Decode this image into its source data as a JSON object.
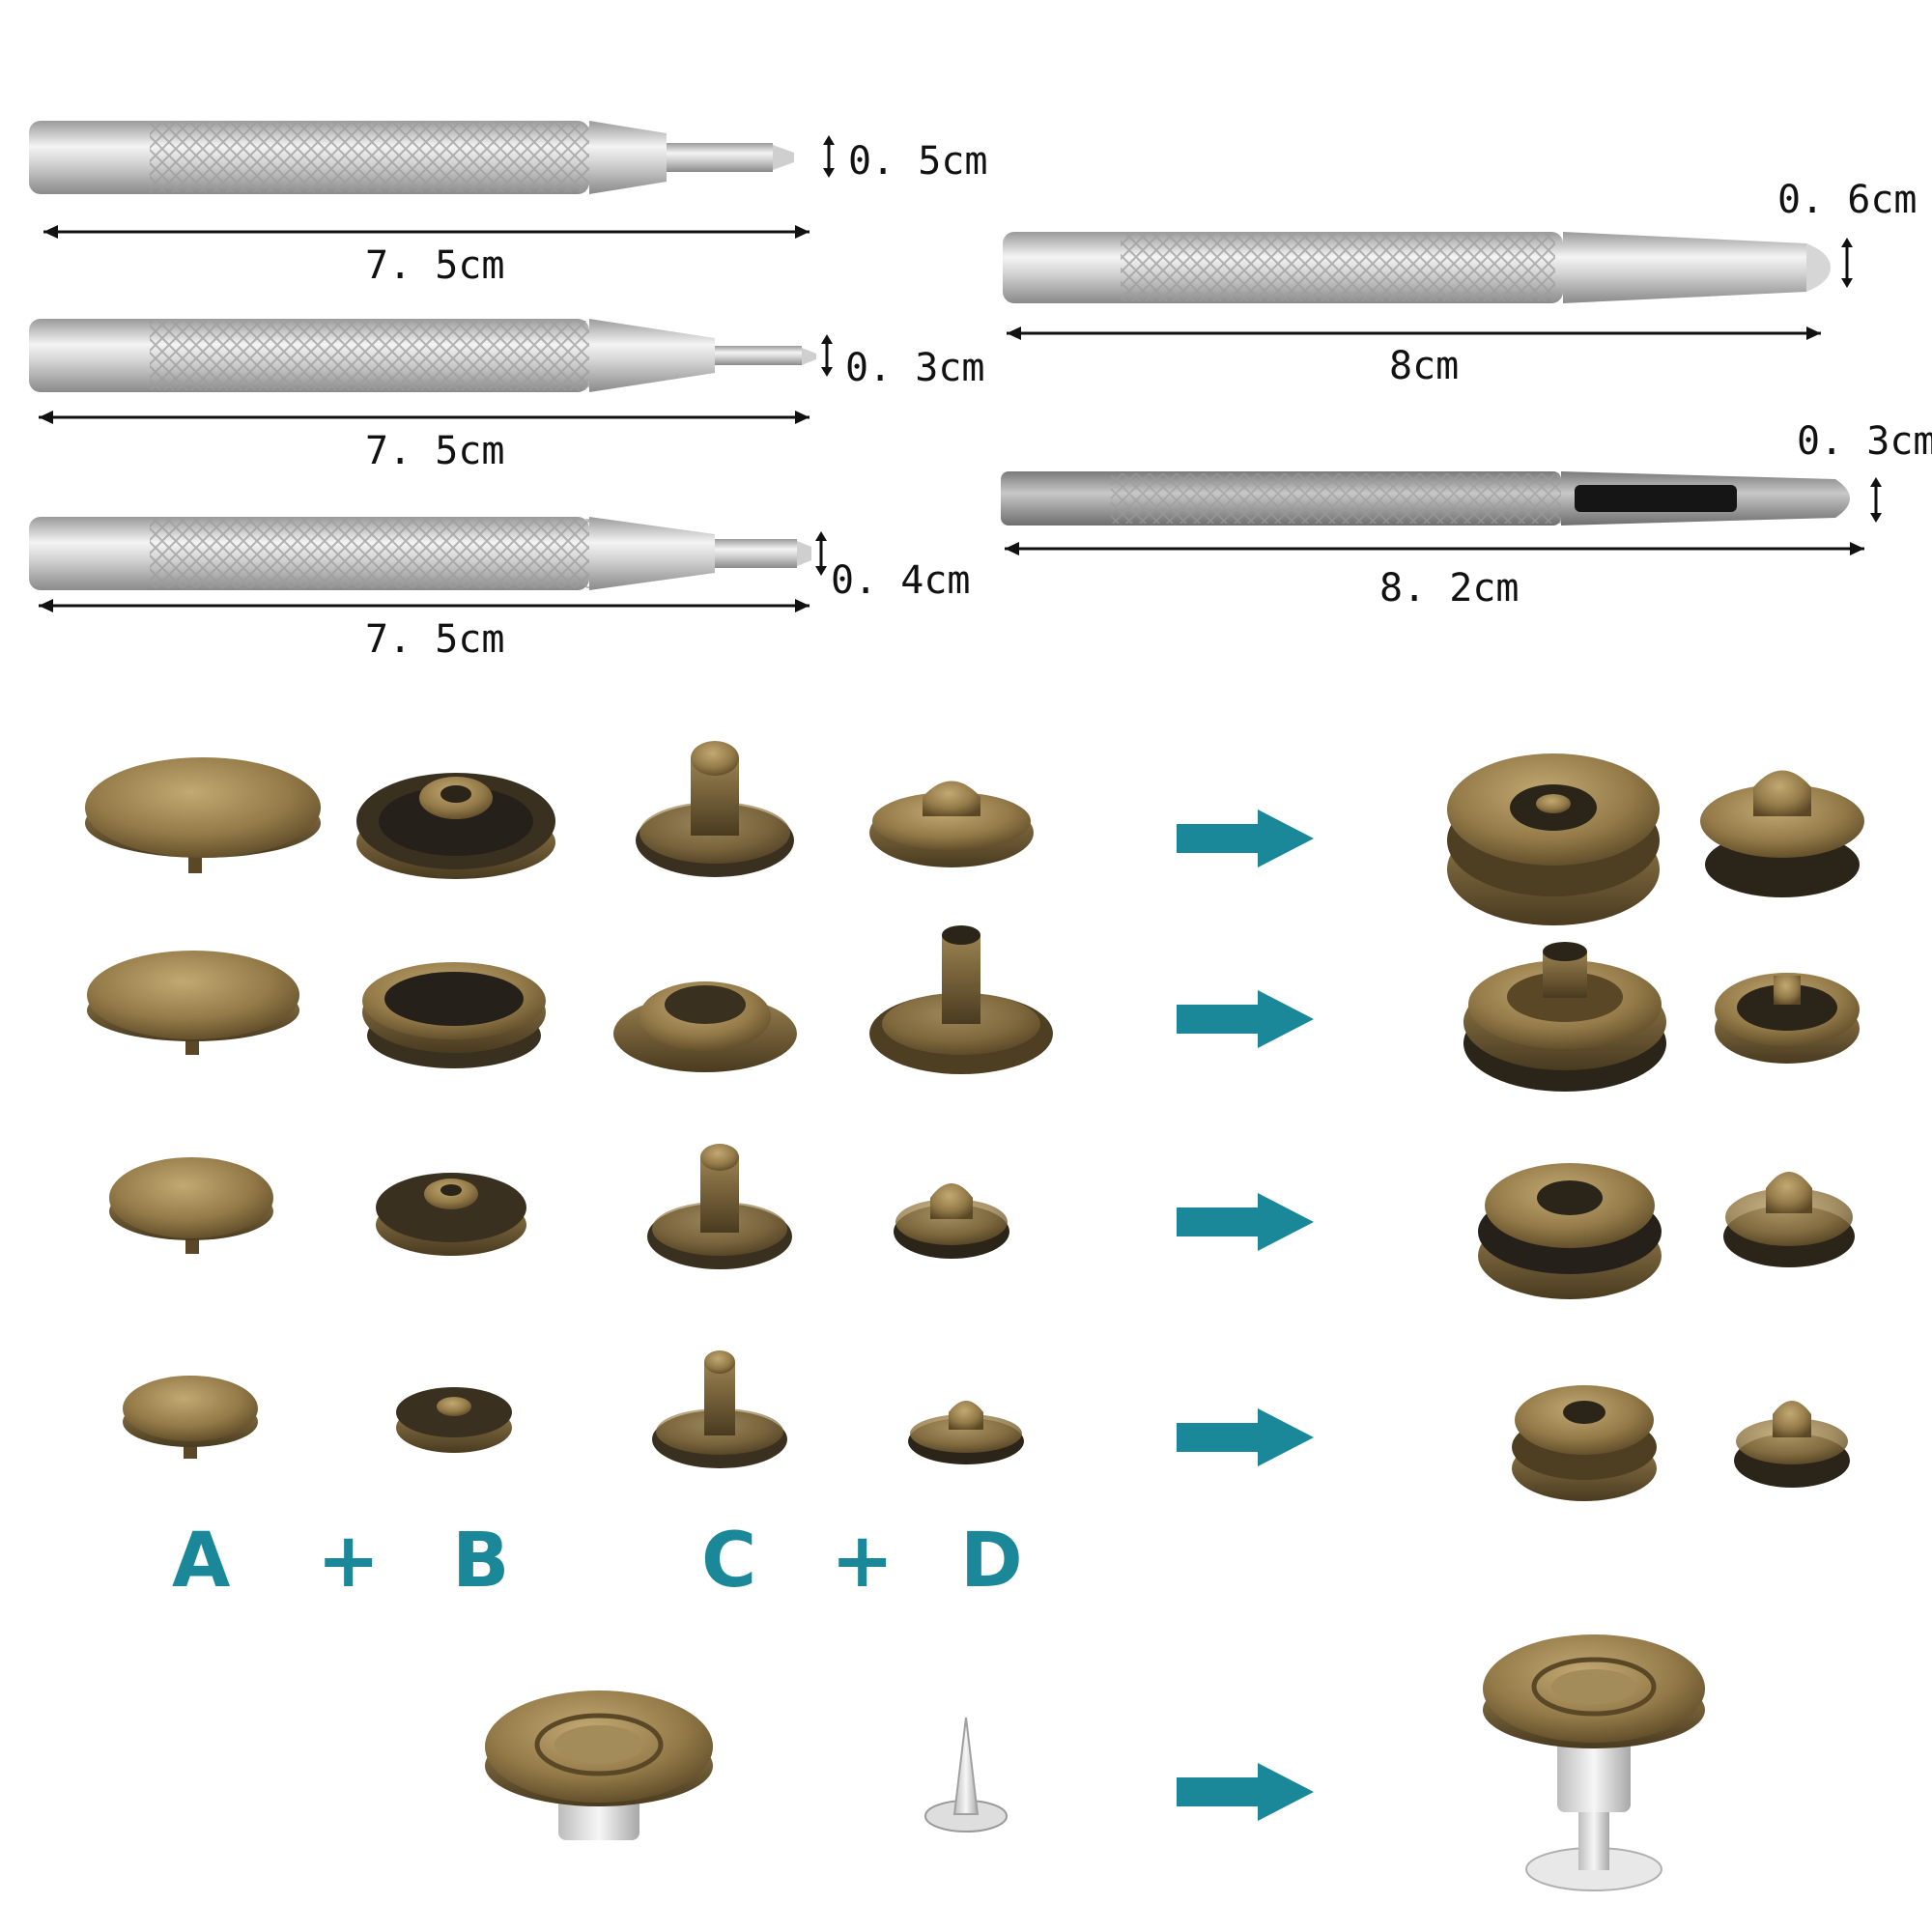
{
  "colors": {
    "accent": "#1a8898",
    "steel_light": "#f2f2f2",
    "steel_mid": "#c4c4c4",
    "steel_dark": "#8f8f8f",
    "brass_light": "#b59a64",
    "brass_mid": "#8d7444",
    "brass_dark": "#4e3e22"
  },
  "tools": [
    {
      "tip_label": "0. 5cm",
      "length_label": "7. 5cm"
    },
    {
      "tip_label": "0. 3cm",
      "length_label": "7. 5cm"
    },
    {
      "tip_label": "0. 4cm",
      "length_label": "7. 5cm"
    },
    {
      "tip_label": "0. 6cm",
      "length_label": "8cm"
    },
    {
      "tip_label": "0. 3cm",
      "length_label": "8. 2cm"
    }
  ],
  "part_labels": {
    "a": "A",
    "plus_1": "+",
    "b": "B",
    "c": "C",
    "plus_2": "+",
    "d": "D"
  },
  "icons": [
    "arrow-right-icon",
    "double-arrow-icon"
  ]
}
